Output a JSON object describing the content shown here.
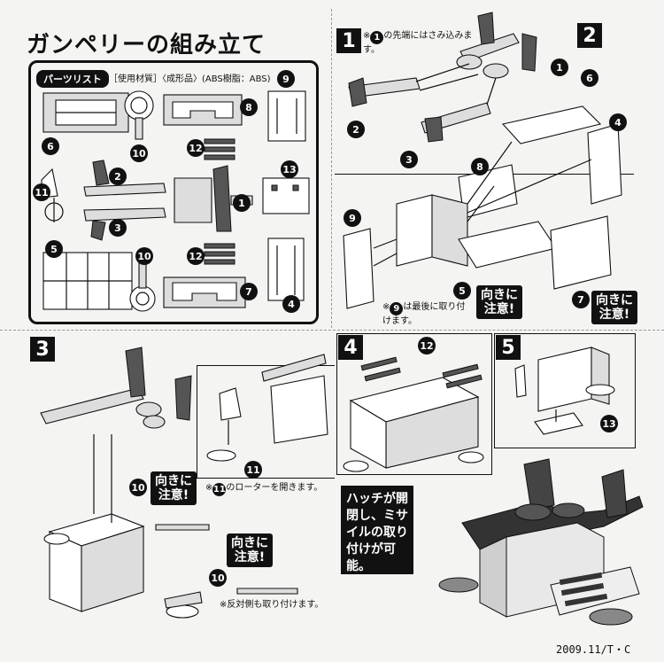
{
  "title": "ガンペリーの組み立て",
  "parts_list": {
    "label": "パーツリスト",
    "material": "［使用材質］〈成形品〉(ABS樹脂：ABS)",
    "numbers": [
      "9",
      "8",
      "6",
      "10",
      "12",
      "2",
      "13",
      "11",
      "3",
      "1",
      "5",
      "10",
      "12",
      "7",
      "4"
    ]
  },
  "steps": {
    "s1": {
      "number": "1",
      "note_pre": "※",
      "note_ref": "1",
      "note_text": "の先端にはさみ込みます。",
      "part_refs": [
        "1",
        "2",
        "3"
      ]
    },
    "s2": {
      "number": "2",
      "part_refs": [
        "6",
        "4",
        "8",
        "9",
        "5",
        "7"
      ],
      "caution_a": "向きに注意!",
      "caution_b": "向きに注意!",
      "note_pre": "※",
      "note_ref": "9",
      "note_text": "は最後に取り付けます。"
    },
    "s3": {
      "number": "3",
      "part_refs": [
        "11",
        "10",
        "10"
      ],
      "note_rotor_pre": "※",
      "note_rotor_ref": "11",
      "note_rotor_text": "のローターを開きます。",
      "caution_a": "向きに注意!",
      "caution_b": "向きに注意!",
      "note_other": "※反対側も取り付けます。"
    },
    "s4": {
      "number": "4",
      "part_refs": [
        "12"
      ]
    },
    "s5": {
      "number": "5",
      "part_refs": [
        "13"
      ]
    }
  },
  "hatch_note": "ハッチが開閉し、ミサイルの取り付けが可能。",
  "footer_date": "2009.11/T・C"
}
